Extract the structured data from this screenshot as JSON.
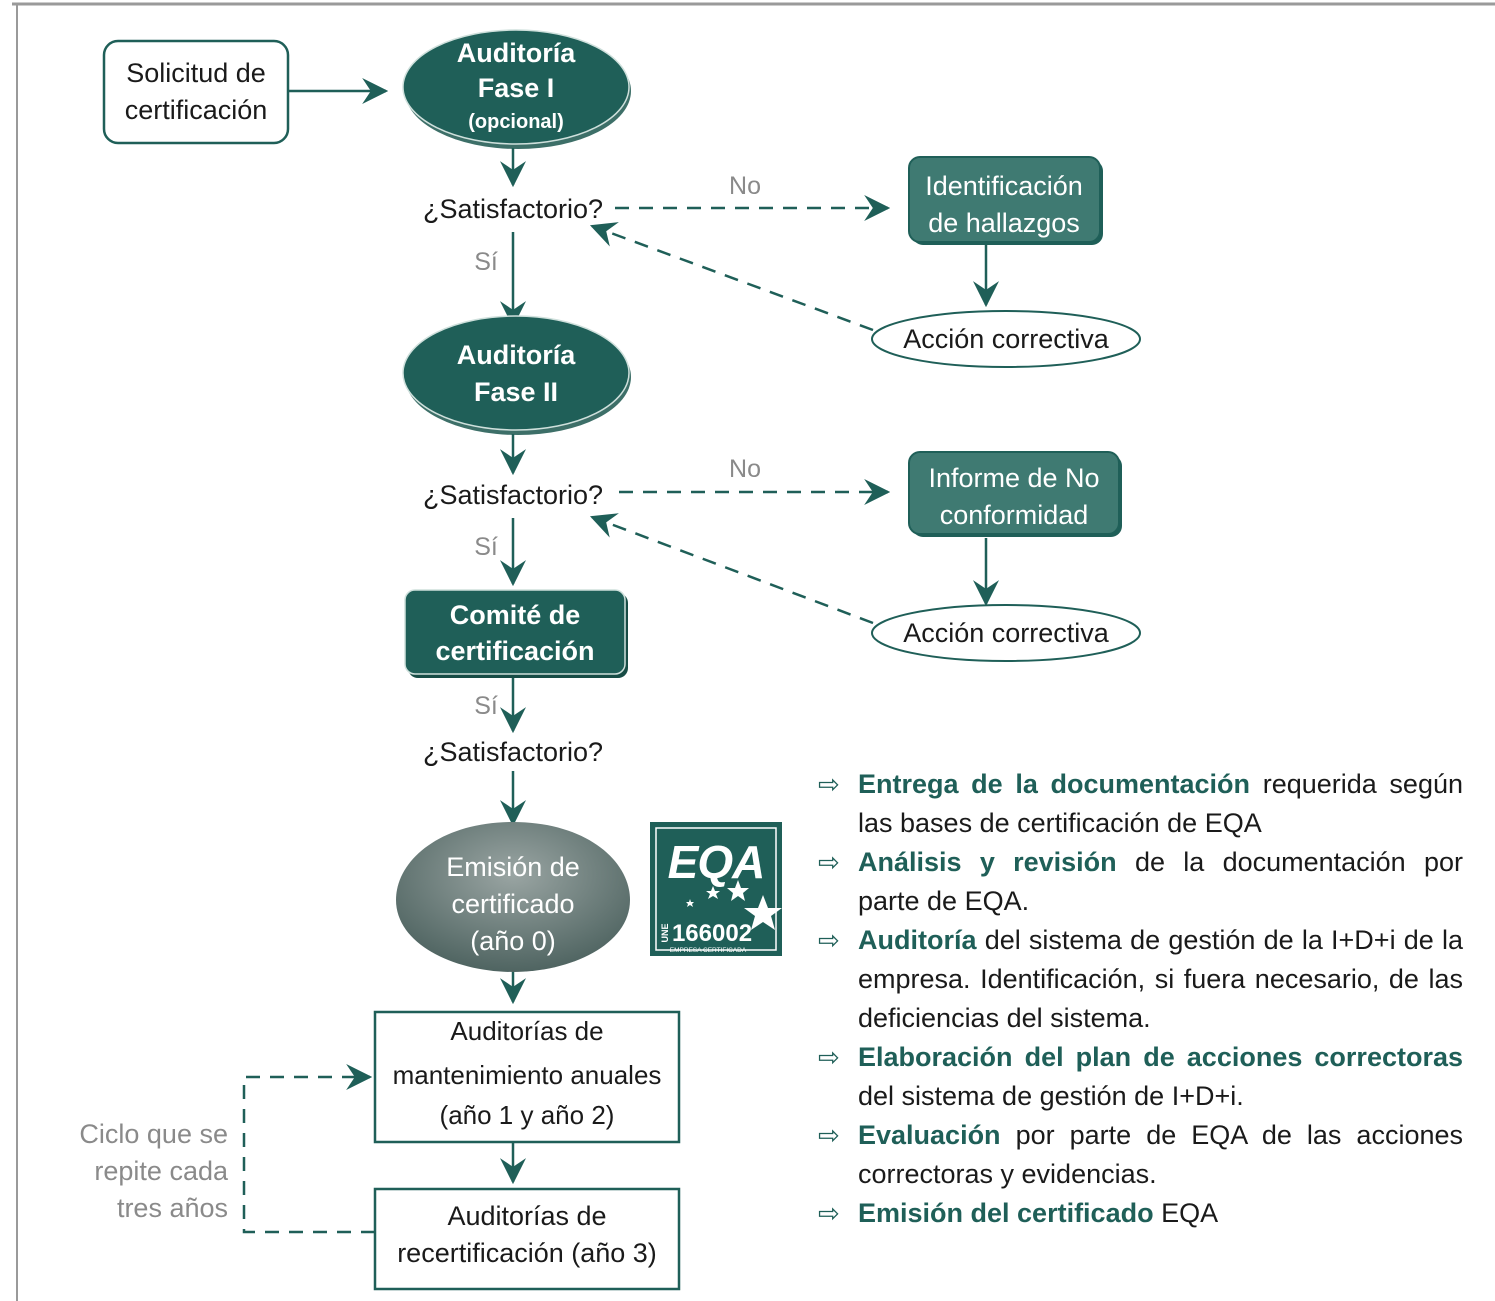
{
  "colors": {
    "teal": "#1f5f58",
    "teal_dark": "#174c45",
    "gray_text": "#8a8a8a",
    "box_border": "#1f5f58"
  },
  "flow": {
    "solicitud": [
      "Solicitud de",
      "certificación"
    ],
    "fase1": [
      "Auditoría",
      "Fase I",
      "(opcional)"
    ],
    "satisfactorio": "¿Satisfactorio?",
    "no": "No",
    "si": "Sí",
    "identificacion": [
      "Identificación",
      "de hallazgos"
    ],
    "accion_correctiva": "Acción correctiva",
    "fase2": [
      "Auditoría",
      "Fase II"
    ],
    "informe": [
      "Informe de No",
      "conformidad"
    ],
    "comite": [
      "Comité de",
      "certificación"
    ],
    "emision": [
      "Emisión de",
      "certificado",
      "(año 0)"
    ],
    "mantenimiento": [
      "Auditorías de",
      "mantenimiento anuales",
      "(año 1 y año 2)"
    ],
    "recertificacion": [
      "Auditorías de",
      "recertificación (año 3)"
    ],
    "ciclo": [
      "Ciclo que se",
      "repite cada",
      "tres años"
    ]
  },
  "logo": {
    "brand": "EQA",
    "une": "UNE",
    "number": "166002",
    "caption": "EMPRESA CERTIFICADA"
  },
  "bullets": [
    {
      "bold": "Entrega de la documentación",
      "rest": " requerida según las bases de certificación de EQA"
    },
    {
      "bold": "Análisis y revisión",
      "rest": " de la documentación por parte de EQA."
    },
    {
      "bold": "Auditoría",
      "rest": " del sistema de gestión de la I+D+i de la empresa. Identificación, si fuera necesario, de las deficiencias del sistema."
    },
    {
      "bold": "Elaboración del plan de acciones correctoras",
      "rest": " del sistema de gestión de I+D+i."
    },
    {
      "bold": "Evaluación",
      "rest": " por parte de EQA de las acciones correctoras y evidencias."
    },
    {
      "bold": "Emisión del certificado",
      "rest": " EQA"
    }
  ],
  "icons": {
    "bullet_arrow": "right-arrow-icon"
  }
}
